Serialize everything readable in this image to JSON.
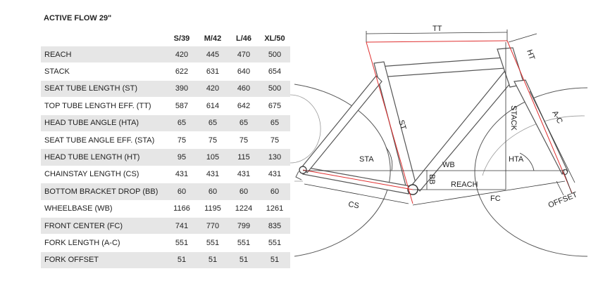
{
  "title": "ACTIVE FLOW 29\"",
  "table": {
    "sizes": [
      "S/39",
      "M/42",
      "L/46",
      "XL/50"
    ],
    "rows": [
      {
        "label": "REACH",
        "values": [
          "420",
          "445",
          "470",
          "500"
        ]
      },
      {
        "label": "STACK",
        "values": [
          "622",
          "631",
          "640",
          "654"
        ]
      },
      {
        "label": "SEAT TUBE LENGTH (ST)",
        "values": [
          "390",
          "420",
          "460",
          "500"
        ]
      },
      {
        "label": "TOP TUBE LENGTH EFF. (TT)",
        "values": [
          "587",
          "614",
          "642",
          "675"
        ]
      },
      {
        "label": "HEAD TUBE ANGLE (HTA)",
        "values": [
          "65",
          "65",
          "65",
          "65"
        ]
      },
      {
        "label": "SEAT TUBE ANGLE EFF. (STA)",
        "values": [
          "75",
          "75",
          "75",
          "75"
        ]
      },
      {
        "label": "HEAD TUBE LENGTH (HT)",
        "values": [
          "95",
          "105",
          "115",
          "130"
        ]
      },
      {
        "label": "CHAINSTAY LENGTH (CS)",
        "values": [
          "431",
          "431",
          "431",
          "431"
        ]
      },
      {
        "label": "BOTTOM BRACKET DROP (BB)",
        "values": [
          "60",
          "60",
          "60",
          "60"
        ]
      },
      {
        "label": "WHEELBASE (WB)",
        "values": [
          "1166",
          "1195",
          "1224",
          "1261"
        ]
      },
      {
        "label": "FRONT CENTER (FC)",
        "values": [
          "741",
          "770",
          "799",
          "835"
        ]
      },
      {
        "label": "FORK LENGTH (A-C)",
        "values": [
          "551",
          "551",
          "551",
          "551"
        ]
      },
      {
        "label": "FORK OFFSET",
        "values": [
          "51",
          "51",
          "51",
          "51"
        ]
      }
    ]
  },
  "diagram": {
    "labels": {
      "tt": "TT",
      "ht": "HT",
      "st": "ST",
      "stack": "STACK",
      "ac": "A-C",
      "sta": "STA",
      "hta": "HTA",
      "wb": "WB",
      "bb": "BB",
      "reach": "REACH",
      "cs": "CS",
      "fc": "FC",
      "offset": "OFFSET"
    },
    "colors": {
      "frame": "#555555",
      "dimension": "#e03030",
      "line": "#333333",
      "table_stripe": "#e6e6e6"
    }
  }
}
